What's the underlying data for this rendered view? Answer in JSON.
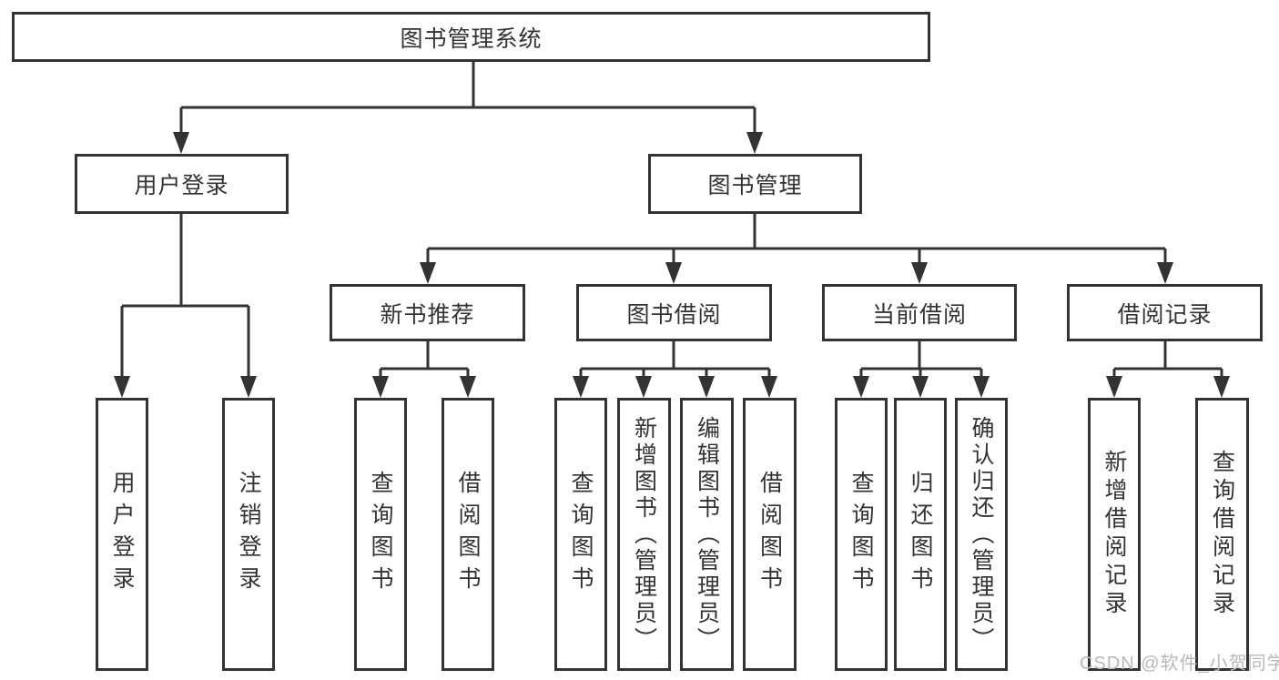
{
  "diagram": {
    "type": "tree",
    "root": {
      "label": "图书管理系统"
    },
    "level2": [
      {
        "label": "用户登录",
        "children": [
          {
            "label": "用户登录"
          },
          {
            "label": "注销登录"
          }
        ]
      },
      {
        "label": "图书管理",
        "children": [
          {
            "label": "新书推荐",
            "children": [
              {
                "label": "查询图书"
              },
              {
                "label": "借阅图书"
              }
            ]
          },
          {
            "label": "图书借阅",
            "children": [
              {
                "label": "查询图书"
              },
              {
                "label": "新增图书（管理员）"
              },
              {
                "label": "编辑图书（管理员）"
              },
              {
                "label": "借阅图书"
              }
            ]
          },
          {
            "label": "当前借阅",
            "children": [
              {
                "label": "查询图书"
              },
              {
                "label": "归还图书"
              },
              {
                "label": "确认归还（管理员）"
              }
            ]
          },
          {
            "label": "借阅记录",
            "children": [
              {
                "label": "新增借阅记录"
              },
              {
                "label": "查询借阅记录"
              }
            ]
          }
        ]
      }
    ]
  },
  "watermark": {
    "text": "CSDN @软件_小贺同学"
  },
  "colors": {
    "line": "#333333",
    "text": "#333333",
    "box_background": "#ffffff",
    "page_background": "#ffffff",
    "watermark": "#b9b9b9"
  }
}
